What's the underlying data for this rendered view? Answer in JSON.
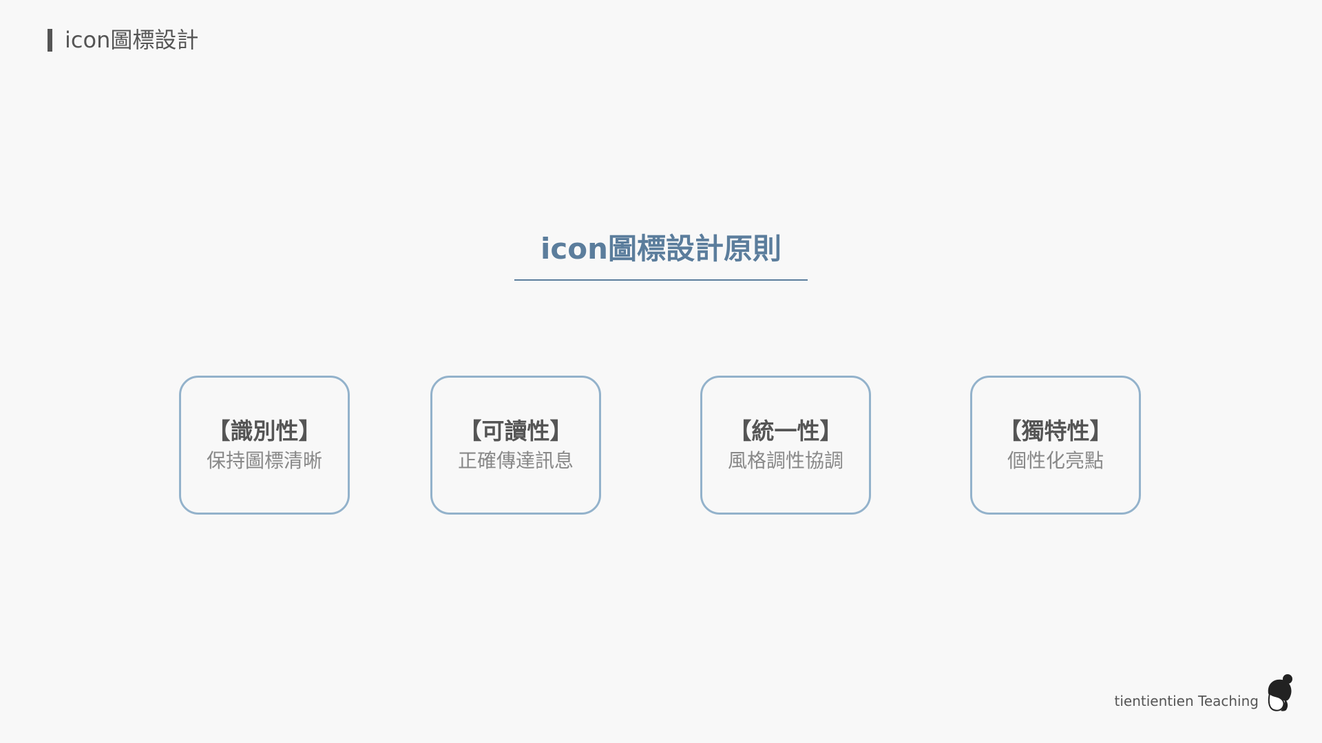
{
  "header": {
    "title": "icon圖標設計"
  },
  "main": {
    "title": "icon圖標設計原則"
  },
  "cards": [
    {
      "title": "【識別性】",
      "desc": "保持圖標清晰"
    },
    {
      "title": "【可讀性】",
      "desc": "正確傳達訊息"
    },
    {
      "title": "【統一性】",
      "desc": "風格調性協調"
    },
    {
      "title": "【獨特性】",
      "desc": "個性化亮點"
    }
  ],
  "footer": {
    "brand": "tientientien Teaching",
    "logo_icon": "head-silhouette-icon"
  },
  "colors": {
    "accent": "#5b7d9c",
    "card_border": "#93b2cb",
    "text": "#555555",
    "background": "#f8f8f8"
  }
}
